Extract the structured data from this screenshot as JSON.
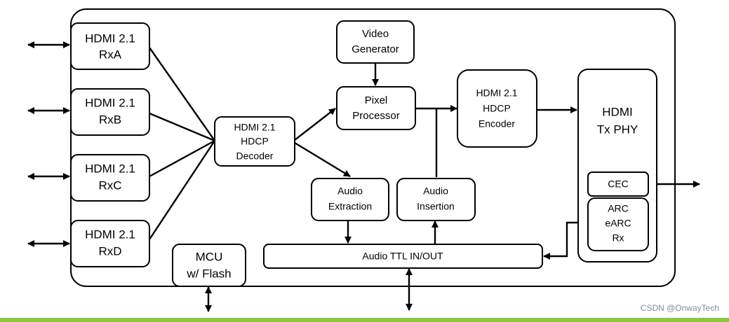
{
  "blocks": {
    "rxa": {
      "line1": "HDMI 2.1",
      "line2": "RxA"
    },
    "rxb": {
      "line1": "HDMI 2.1",
      "line2": "RxB"
    },
    "rxc": {
      "line1": "HDMI 2.1",
      "line2": "RxC"
    },
    "rxd": {
      "line1": "HDMI 2.1",
      "line2": "RxD"
    },
    "decoder": {
      "line1": "HDMI 2.1",
      "line2": "HDCP",
      "line3": "Decoder"
    },
    "video_generator": {
      "line1": "Video",
      "line2": "Generator"
    },
    "pixel_processor": {
      "line1": "Pixel",
      "line2": "Processor"
    },
    "encoder": {
      "line1": "HDMI 2.1",
      "line2": "HDCP",
      "line3": "Encoder"
    },
    "tx_phy": {
      "line1": "HDMI",
      "line2": "Tx PHY"
    },
    "cec": {
      "label": "CEC"
    },
    "arc": {
      "line1": "ARC",
      "line2": "eARC",
      "line3": "Rx"
    },
    "audio_extraction": {
      "line1": "Audio",
      "line2": "Extraction"
    },
    "audio_insertion": {
      "line1": "Audio",
      "line2": "Insertion"
    },
    "audio_ttl": {
      "label": "Audio TTL IN/OUT"
    },
    "mcu": {
      "line1": "MCU",
      "line2": "w/ Flash"
    }
  },
  "watermark": "CSDN @OnwayTech",
  "colors": {
    "bottom_bar": "#8dc63f",
    "lines": "#000000"
  }
}
